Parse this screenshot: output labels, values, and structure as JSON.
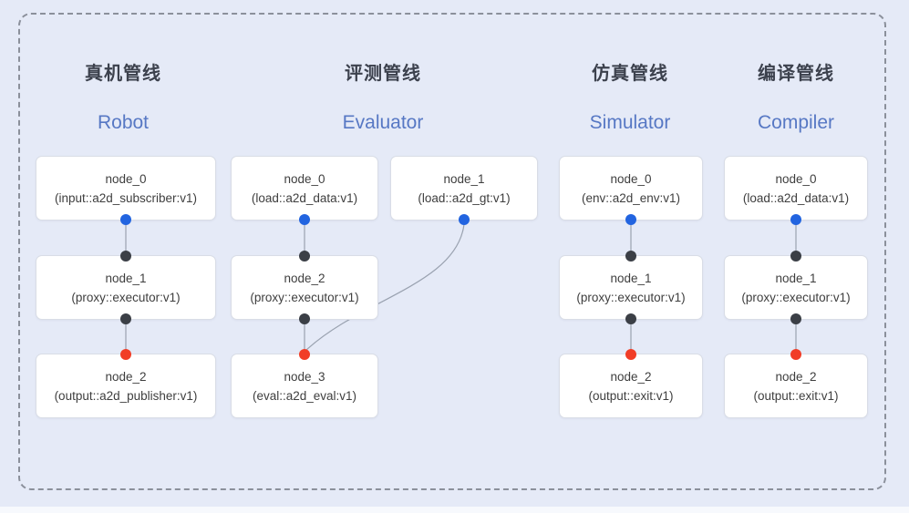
{
  "diagram": {
    "pipelines": [
      {
        "id": "robot",
        "title_zh": "真机管线",
        "title_en": "Robot",
        "nodes": [
          {
            "name": "node_0",
            "type": "(input::a2d_subscriber:v1)",
            "bottom_port": "blue"
          },
          {
            "name": "node_1",
            "type": "(proxy::executor:v1)",
            "top_port": "black",
            "bottom_port": "black"
          },
          {
            "name": "node_2",
            "type": "(output::a2d_publisher:v1)",
            "top_port": "red"
          }
        ]
      },
      {
        "id": "evaluator",
        "title_zh": "评测管线",
        "title_en": "Evaluator",
        "nodes": [
          {
            "name": "node_0",
            "type": "(load::a2d_data:v1)",
            "bottom_port": "blue"
          },
          {
            "name": "node_1",
            "type": "(load::a2d_gt:v1)",
            "bottom_port": "blue"
          },
          {
            "name": "node_2",
            "type": "(proxy::executor:v1)",
            "top_port": "black",
            "bottom_port": "black"
          },
          {
            "name": "node_3",
            "type": "(eval::a2d_eval:v1)",
            "top_port": "red"
          }
        ]
      },
      {
        "id": "simulator",
        "title_zh": "仿真管线",
        "title_en": "Simulator",
        "nodes": [
          {
            "name": "node_0",
            "type": "(env::a2d_env:v1)",
            "bottom_port": "blue"
          },
          {
            "name": "node_1",
            "type": "(proxy::executor:v1)",
            "top_port": "black",
            "bottom_port": "black"
          },
          {
            "name": "node_2",
            "type": "(output::exit:v1)",
            "top_port": "red"
          }
        ]
      },
      {
        "id": "compiler",
        "title_zh": "编译管线",
        "title_en": "Compiler",
        "nodes": [
          {
            "name": "node_0",
            "type": "(load::a2d_data:v1)",
            "bottom_port": "blue"
          },
          {
            "name": "node_1",
            "type": "(proxy::executor:v1)",
            "top_port": "black",
            "bottom_port": "black"
          },
          {
            "name": "node_2",
            "type": "(output::exit:v1)",
            "top_port": "red"
          }
        ]
      }
    ],
    "colors": {
      "background": "#e5eaf7",
      "input_port_blue": "#2264e0",
      "proxy_port_black": "#3b3f46",
      "output_port_red": "#f13d27",
      "edge_line": "#9aa2b0",
      "title_zh": "#3c414d",
      "title_en": "#5778c4",
      "node_border": "#d9dde6",
      "dashed_frame": "#8b909b"
    }
  }
}
